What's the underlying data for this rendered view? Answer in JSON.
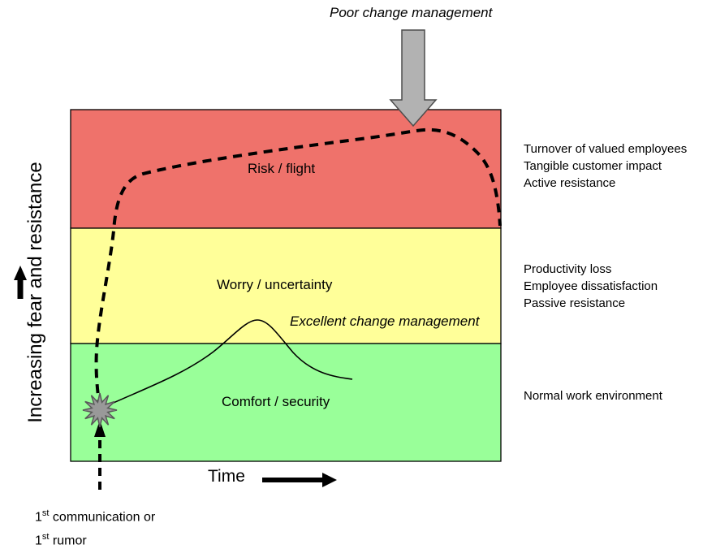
{
  "titles": {
    "poor": "Poor change management",
    "excellent": "Excellent change management"
  },
  "axes": {
    "y_label": "Increasing fear and resistance",
    "x_label": "Time"
  },
  "zones": [
    {
      "label": "Risk / flight",
      "color": "#ef726b",
      "annotations": [
        "Turnover of valued employees",
        "Tangible customer impact",
        "Active resistance"
      ]
    },
    {
      "label": "Worry / uncertainty",
      "color": "#ffff99",
      "annotations": [
        "Productivity loss",
        "Employee dissatisfaction",
        "Passive resistance"
      ]
    },
    {
      "label": "Comfort / security",
      "color": "#99ff99",
      "annotations": [
        "Normal work environment"
      ]
    }
  ],
  "footnote": {
    "line1": {
      "num": "1",
      "sup": "st",
      "rest": " communication or"
    },
    "line2": {
      "num": "1",
      "sup": "st",
      "rest": " rumor"
    }
  },
  "colors": {
    "block_arrow_fill": "#b2b2b2",
    "block_arrow_outline": "#4d4d4d",
    "starburst_fill": "#999999",
    "starburst_outline": "#595959",
    "curve": "#000000"
  }
}
